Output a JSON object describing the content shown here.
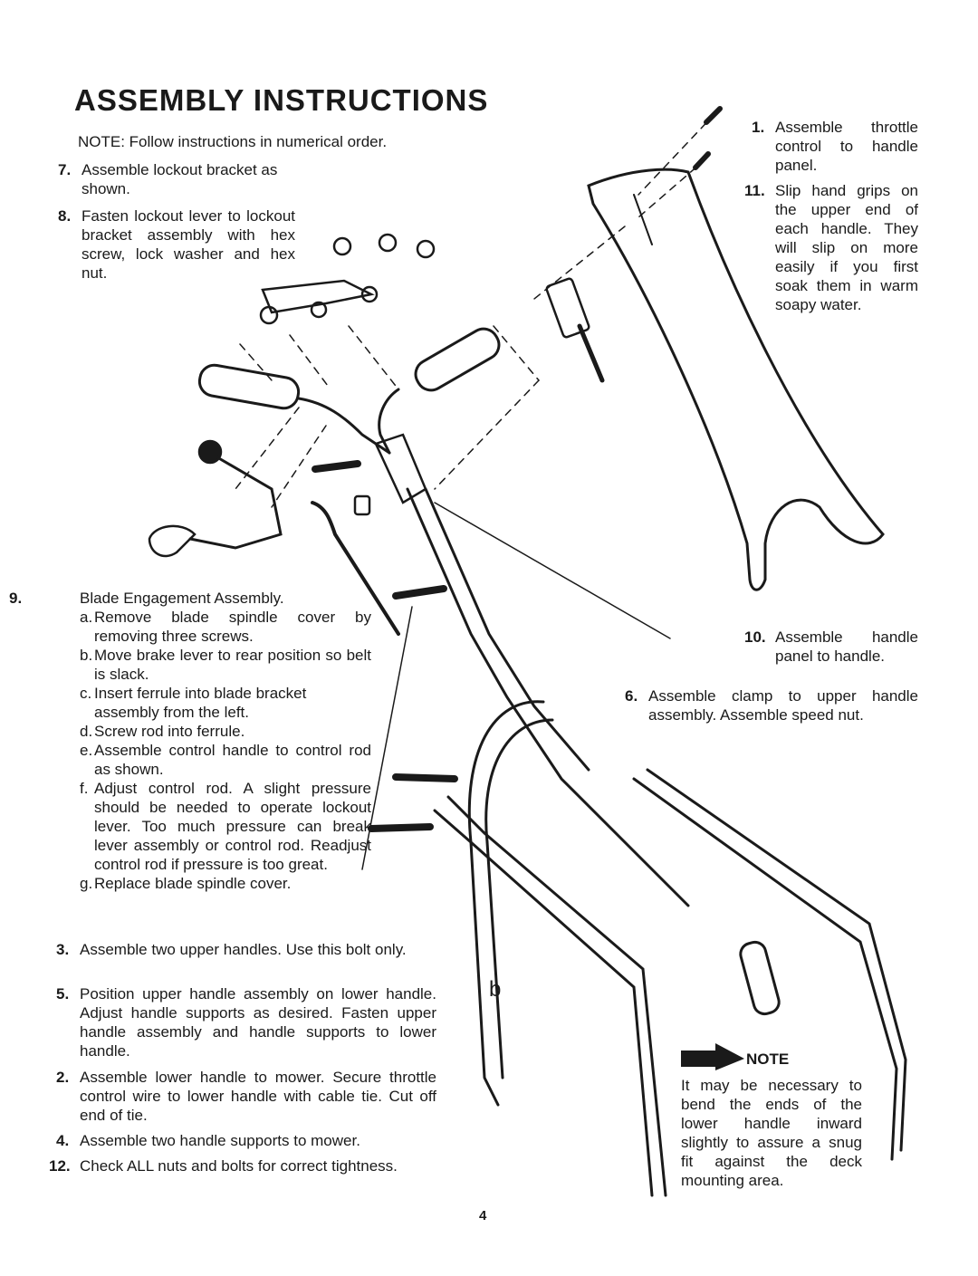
{
  "title": "ASSEMBLY INSTRUCTIONS",
  "note_line": "NOTE: Follow instructions in numerical order.",
  "left_steps": [
    {
      "num": "7.",
      "text": "Assemble lockout bracket as shown."
    },
    {
      "num": "8.",
      "text": "Fasten lockout lever to lockout bracket assembly with hex screw, lock washer and hex nut."
    }
  ],
  "step9": {
    "num": "9.",
    "title": "Blade Engagement Assembly.",
    "subs": [
      {
        "letter": "a.",
        "text": "Remove blade spindle cover by removing three screws."
      },
      {
        "letter": "b.",
        "text": "Move brake lever to rear position so belt is slack."
      },
      {
        "letter": "c.",
        "text": "Insert ferrule into blade bracket assembly from the left."
      },
      {
        "letter": "d.",
        "text": "Screw rod into ferrule."
      },
      {
        "letter": "e.",
        "text": "Assemble control handle to control rod as shown."
      },
      {
        "letter": "f.",
        "text": "Adjust control rod. A slight pressure should be needed to operate lockout lever. Too much pressure can break lever assembly or control rod. Readjust control rod if pressure is too great."
      },
      {
        "letter": "g.",
        "text": "Replace blade spindle cover."
      }
    ]
  },
  "bottom_steps": [
    {
      "num": "3.",
      "text": "Assemble two upper handles. Use this bolt only."
    },
    {
      "num": "5.",
      "text": "Position upper handle assembly on lower handle. Adjust handle supports as desired. Fasten upper handle assembly and handle supports to lower handle."
    },
    {
      "num": "2.",
      "text": "Assemble lower handle to mower. Secure throttle control wire to lower handle with cable tie. Cut off end of tie."
    },
    {
      "num": "4.",
      "text": "Assemble two handle supports to mower."
    },
    {
      "num": "12.",
      "text": "Check ALL nuts and bolts for correct tightness."
    }
  ],
  "right_steps": [
    {
      "num": "1.",
      "text": "Assemble throttle control to handle panel."
    },
    {
      "num": "11.",
      "text": "Slip hand grips on the upper end of each handle. They will slip on more easily if you first soak them in warm soapy water."
    },
    {
      "num": "10.",
      "text": "Assemble handle panel to handle."
    },
    {
      "num": "6.",
      "text": "Assemble clamp to upper handle assembly. Assemble speed nut."
    }
  ],
  "note_box": {
    "label": "NOTE",
    "text": "It may be necessary to bend the ends of the lower handle inward slightly to assure a snug fit against the deck mounting area.",
    "arrow_icon": "arrow-right-icon"
  },
  "page_number": "4"
}
